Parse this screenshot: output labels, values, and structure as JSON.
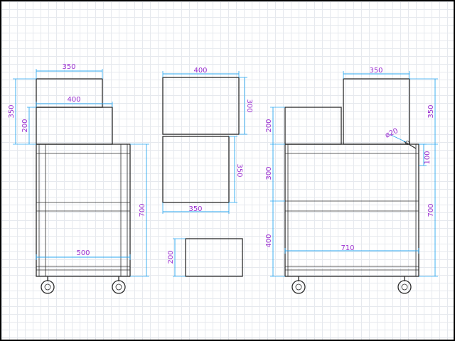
{
  "colors": {
    "object_line": "#2b2b2b",
    "dimension_line": "#2aa7f0",
    "dimension_text": "#9b2fd0",
    "grid": "#e6e9ee"
  },
  "left_view": {
    "top_box_width": "350",
    "mid_box_width": "400",
    "stack_height": "350",
    "mid_box_height": "200",
    "cabinet_height": "700",
    "cabinet_width": "500"
  },
  "center_view": {
    "top_width": "400",
    "top_height": "300",
    "middle_height": "350",
    "middle_width": "350",
    "bottom_height": "200"
  },
  "right_view": {
    "box_width": "350",
    "box_height": "350",
    "left_box_height": "200",
    "handle_diameter": "ø20",
    "handle_offset": "100",
    "upper_height": "300",
    "lower_height": "400",
    "total_height": "700",
    "cabinet_width": "710"
  }
}
